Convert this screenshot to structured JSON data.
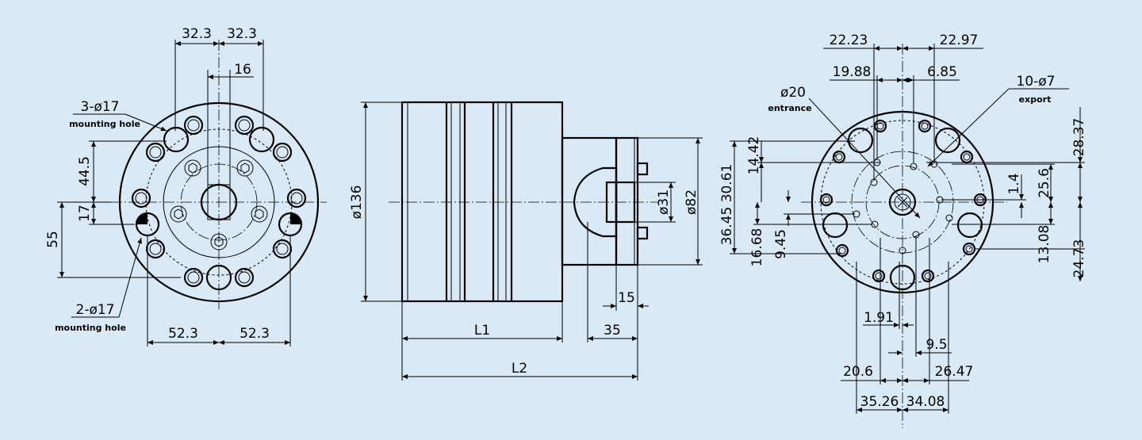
{
  "left_view": {
    "dim_top_left": "32.3",
    "dim_top_right": "32.3",
    "dim_top_inner": "16",
    "dim_v_upper": "44.5",
    "dim_v_mid": "17",
    "dim_v_total": "55",
    "dim_bottom_left": "52.3",
    "dim_bottom_right": "52.3",
    "callout_top": "3-ø17",
    "callout_top_note": "mounting hole",
    "callout_bottom": "2-ø17",
    "callout_bottom_note": "mounting hole"
  },
  "side_view": {
    "dia_body": "ø136",
    "dia_flange": "ø82",
    "dia_shaft": "ø31",
    "dim_15": "15",
    "dim_35": "35",
    "dim_L1": "L1",
    "dim_L2": "L2"
  },
  "right_view": {
    "d_22_23": "22.23",
    "d_22_97": "22.97",
    "d_19_88": "19.88",
    "d_6_85": "6.85",
    "entrance_dia": "ø20",
    "entrance_label": "entrance",
    "export_dia": "10-ø7",
    "export_label": "export",
    "d_14_42": "14.42",
    "d_36_45_30_61": "36.45 30.61",
    "d_16_68": "16.68",
    "d_9_45": "9.45",
    "d_28_37": "28.37",
    "d_1_4": "1.4",
    "d_25_6": "25.6",
    "d_13_08": "13.08",
    "d_24_73": "24.73",
    "d_1_91": "1.91",
    "d_9_5": "9.5",
    "d_20_6": "20.6",
    "d_26_47": "26.47",
    "d_35_26": "35.26",
    "d_34_08": "34.08"
  }
}
